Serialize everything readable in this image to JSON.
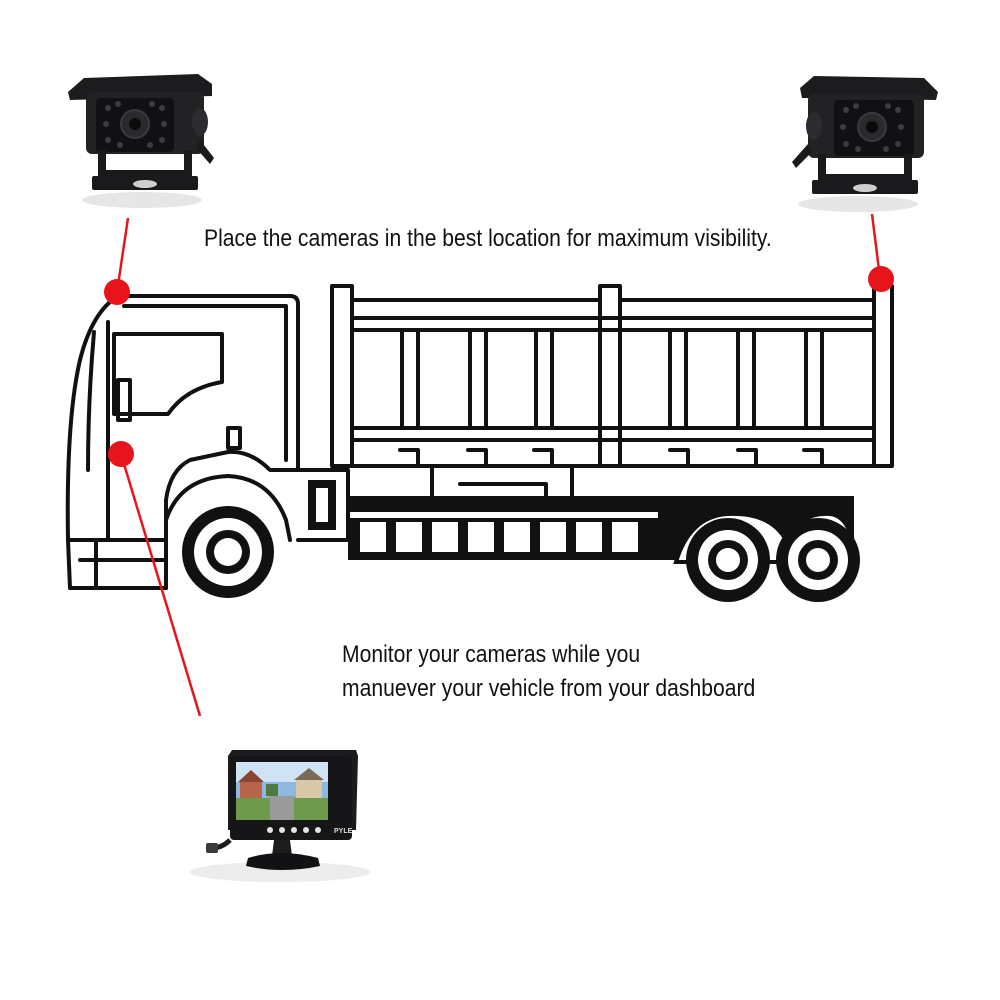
{
  "captions": {
    "placement": "Place the cameras in the best location for maximum visibility.",
    "monitor_line1": "Monitor your cameras while you",
    "monitor_line2": "manuever your vehicle from your dashboard"
  },
  "monitor": {
    "brand": "PYLE"
  },
  "colors": {
    "marker": "#e8141b",
    "outline": "#111111",
    "camera_body": "#1c1c1e"
  }
}
